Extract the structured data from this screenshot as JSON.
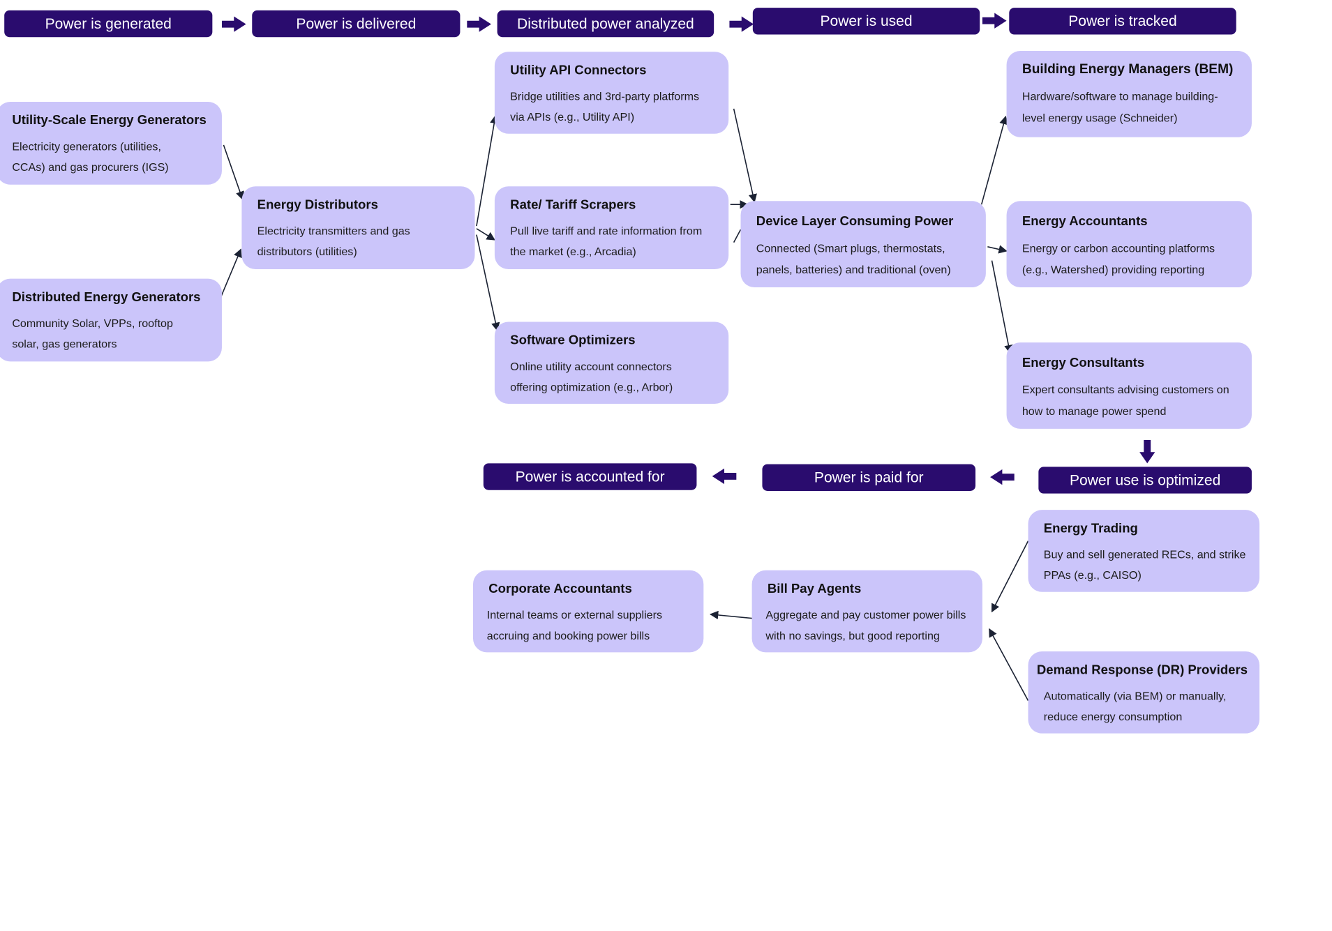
{
  "stages_top": [
    {
      "label": "Power is generated"
    },
    {
      "label": "Power is delivered"
    },
    {
      "label": "Distributed power analyzed"
    },
    {
      "label": "Power is used"
    },
    {
      "label": "Power is tracked"
    }
  ],
  "stages_bottom": [
    {
      "label": "Power use is optimized"
    },
    {
      "label": "Power is paid for"
    },
    {
      "label": "Power is accounted for"
    }
  ],
  "nodes": {
    "utility_scale": {
      "title": "Utility-Scale Energy Generators",
      "desc": "Electricity generators (utilities, CCAs) and gas procurers (IGS)"
    },
    "distributed_gen": {
      "title": "Distributed Energy Generators",
      "desc": "Community Solar, VPPs, rooftop solar, gas generators"
    },
    "distributors": {
      "title": "Energy Distributors",
      "desc": "Electricity transmitters and gas distributors (utilities)"
    },
    "utility_api": {
      "title": "Utility API Connectors",
      "desc": "Bridge utilities and 3rd-party platforms via APIs (e.g., Utility API)"
    },
    "rate_scrapers": {
      "title": "Rate/ Tariff Scrapers",
      "desc": "Pull live tariff and rate information from the market (e.g., Arcadia)"
    },
    "software_opt": {
      "title": "Software Optimizers",
      "desc": "Online utility account connectors offering optimization (e.g., Arbor)"
    },
    "device_layer": {
      "title": "Device Layer Consuming Power",
      "desc": "Connected (Smart plugs, thermostats, panels, batteries) and traditional (oven)"
    },
    "bem": {
      "title": "Building Energy Managers (BEM)",
      "desc": "Hardware/software to manage building-level energy usage (Schneider)"
    },
    "accountants": {
      "title": "Energy Accountants",
      "desc": "Energy or carbon accounting platforms (e.g., Watershed) providing reporting"
    },
    "consultants": {
      "title": "Energy Consultants",
      "desc": "Expert consultants advising customers on how to manage power spend"
    },
    "trading": {
      "title": "Energy Trading",
      "desc": "Buy and sell generated RECs, and strike PPAs (e.g., CAISO)"
    },
    "dr_providers": {
      "title": "Demand Response (DR)  Providers",
      "desc": "Automatically (via BEM) or manually, reduce energy consumption"
    },
    "bill_pay": {
      "title": "Bill Pay Agents",
      "desc": "Aggregate and pay customer power bills with no savings, but good reporting"
    },
    "corp_accountants": {
      "title": "Corporate Accountants",
      "desc": "Internal teams or external suppliers accruing and booking power bills"
    }
  },
  "colors": {
    "pill": "#2a0c6e",
    "box": "#cbc5fa",
    "line": "#1b2233"
  }
}
